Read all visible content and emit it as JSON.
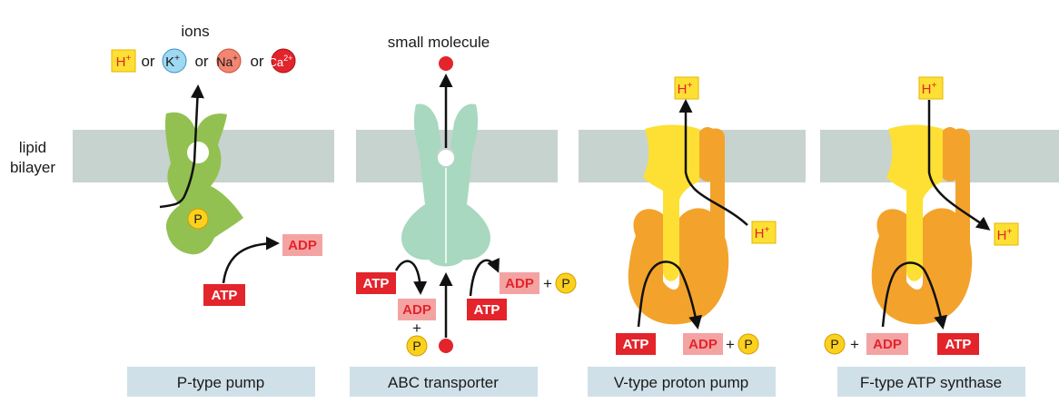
{
  "labels": {
    "lipid_bilayer_line1": "lipid",
    "lipid_bilayer_line2": "bilayer",
    "ions": "ions",
    "small_molecule": "small molecule",
    "or": "or",
    "plus": "+"
  },
  "ions": {
    "h": "H",
    "k": "K",
    "na": "Na",
    "ca": "Ca",
    "plus_charge": "+",
    "two_plus_charge": "2+"
  },
  "molecules": {
    "atp": "ATP",
    "adp": "ADP",
    "p": "P",
    "h": "H",
    "h_charge": "+"
  },
  "captions": {
    "p_type": "P-type pump",
    "abc": "ABC transporter",
    "v_type": "V-type proton pump",
    "f_type": "F-type ATP synthase"
  },
  "colors": {
    "membrane": "#c7d3cf",
    "p_type_protein": "#93c151",
    "abc_protein": "#a8d8bf",
    "v_f_orange": "#f3a32c",
    "v_f_yellow": "#fde033",
    "atp_red": "#e3242b",
    "adp_pink": "#f4a3a3",
    "adp_text": "#e3242b",
    "phosphate_yellow": "#fcd11d",
    "h_box_yellow": "#fde033",
    "k_blue": "#9fd8f1",
    "na_salmon": "#f28672",
    "ca_red": "#e3242b",
    "caption_bg": "#cfe0e8"
  }
}
